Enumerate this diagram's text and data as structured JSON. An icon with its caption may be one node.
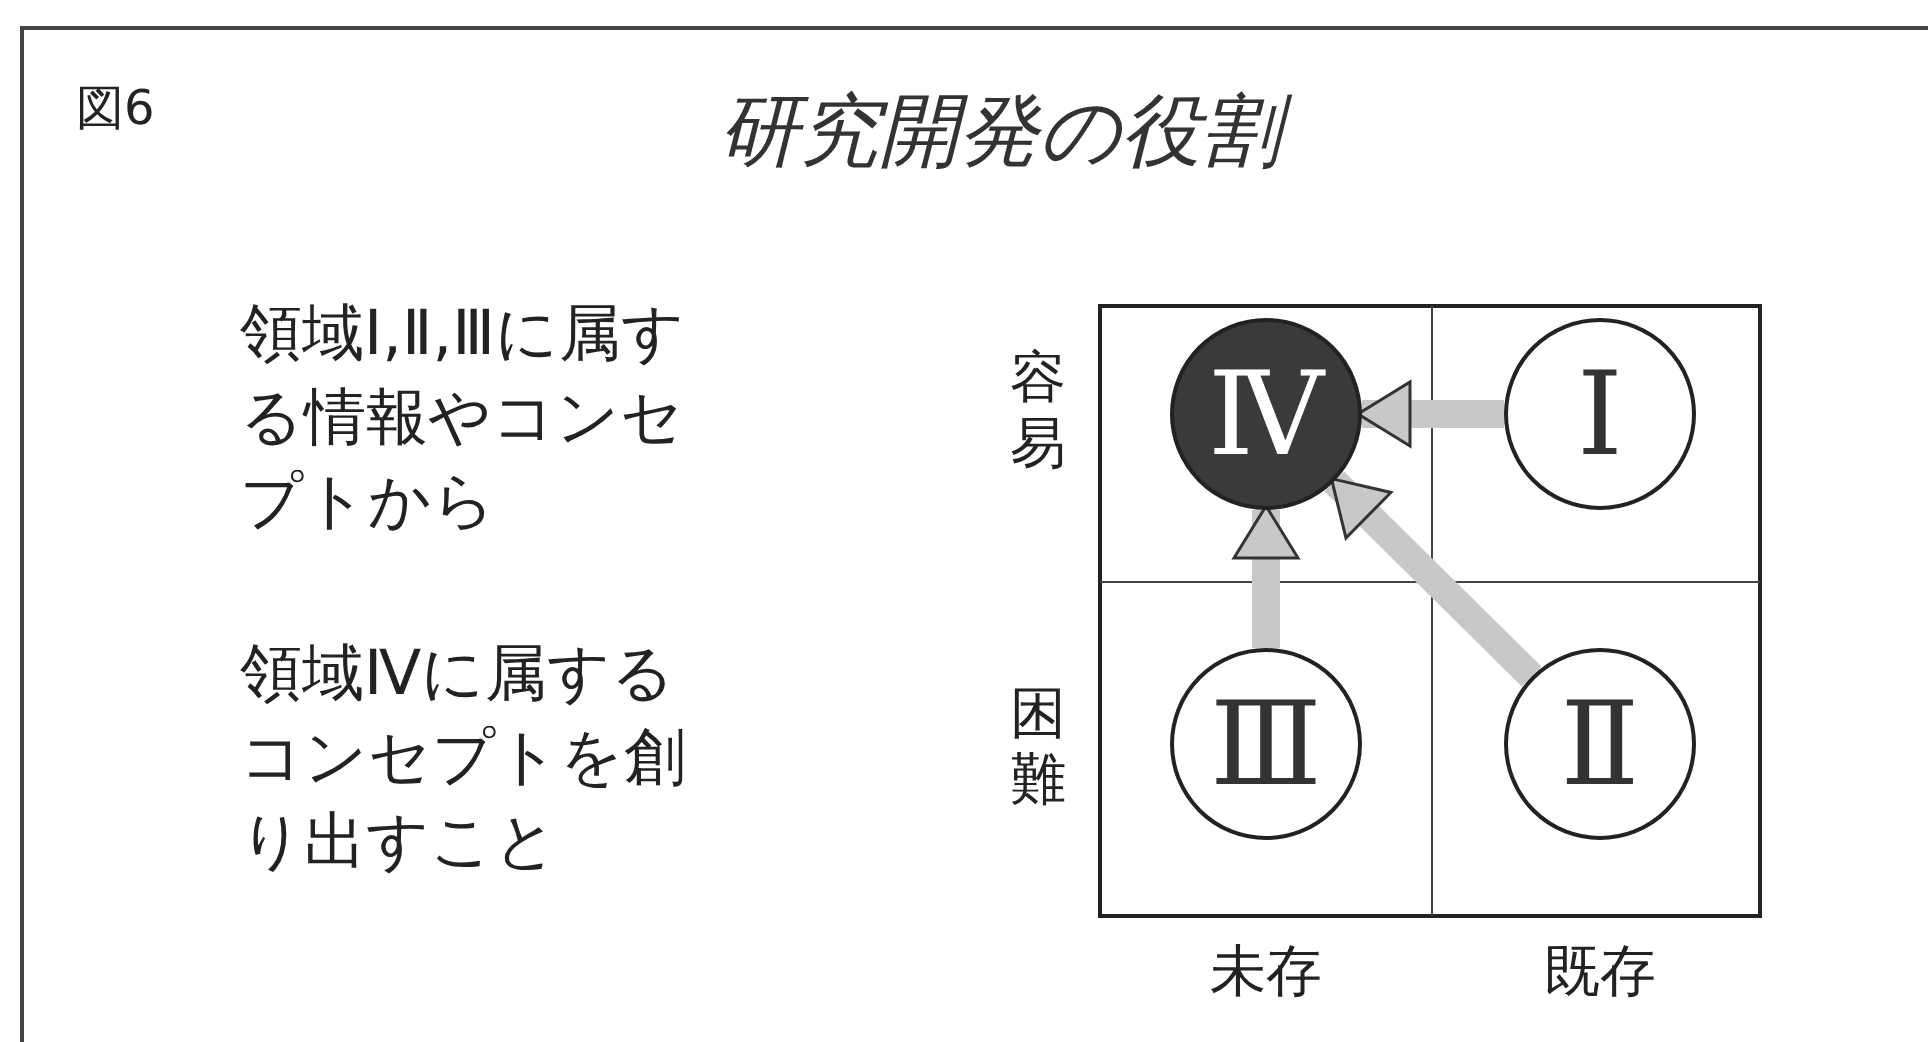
{
  "diagram": {
    "title": "研究開発の役割",
    "nodes": [
      {
        "text": [
          "Ⅳ"
        ]
      },
      {
        "text": [
          "Ⅰ"
        ]
      },
      {
        "text": [
          "Ⅲ"
        ]
      },
      {
        "text": [
          "Ⅱ"
        ]
      }
    ],
    "edges": [
      {
        "from": 1,
        "to": 0,
        "arrow": "to"
      },
      {
        "from": 2,
        "to": 0,
        "arrow": "to"
      },
      {
        "from": 3,
        "to": 0,
        "arrow": "to"
      }
    ],
    "labels": [
      "図6",
      "領域Ⅰ,Ⅱ,Ⅲに属する情報やコンセプトから",
      "領域Ⅳに属するコンセプトを創り出すこと",
      "容易",
      "困難",
      "未存",
      "既存"
    ]
  }
}
